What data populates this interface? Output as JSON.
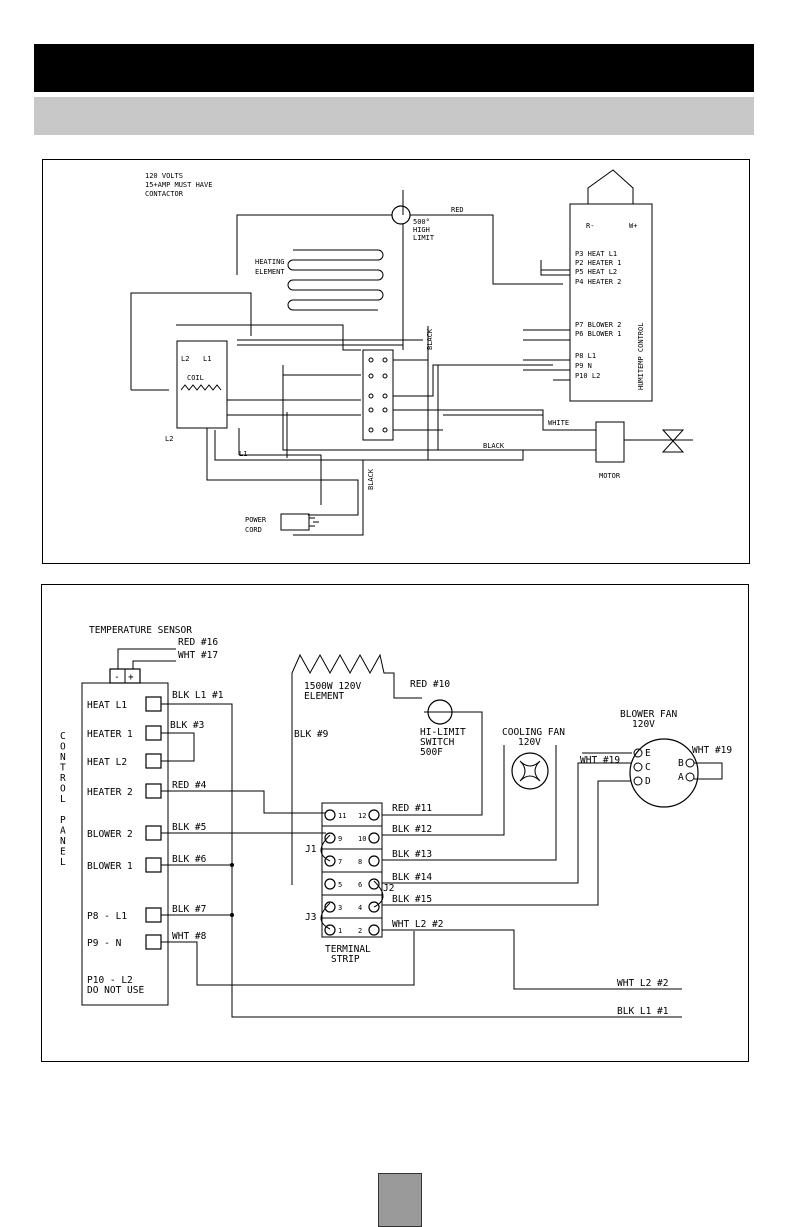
{
  "diagram1": {
    "notes": [
      "120 VOLTS",
      "15+AMP MUST HAVE",
      "CONTACTOR"
    ],
    "high_limit": [
      "500°",
      "HIGH",
      "LIMIT"
    ],
    "heating_element": [
      "HEATING",
      "ELEMENT"
    ],
    "coil": "COIL",
    "l2_a": "L2",
    "l1_a": "L1",
    "l2_b": "L2",
    "l1_b": "L1",
    "power_cord": [
      "POWER",
      "CORD"
    ],
    "motor": "MOTOR",
    "wire_red": "RED",
    "wire_white": "WHITE",
    "wire_black": "BLACK",
    "wire_black_v1": "BLACK",
    "wire_black_v2": "BLACK",
    "control_label": "HUMITEMP CONTROL",
    "sensor_r": "R-",
    "sensor_w": "W+",
    "control_pins": [
      "P3 HEAT L1",
      "P2 HEATER 1",
      "P5 HEAT L2",
      "P4 HEATER 2",
      "P7 BLOWER 2",
      "P6 BLOWER 1",
      "P8 L1",
      "P9 N",
      "P10 L2"
    ]
  },
  "diagram2": {
    "temperature_sensor": "TEMPERATURE SENSOR",
    "sensor_minus": "-",
    "sensor_plus": "+",
    "red16": "RED #16",
    "wht17": "WHT #17",
    "control_panel_letters": [
      "C",
      "O",
      "N",
      "T",
      "R",
      "O",
      "L",
      "",
      "P",
      "A",
      "N",
      "E",
      "L"
    ],
    "panel_items": [
      "HEAT L1",
      "HEATER 1",
      "HEAT L2",
      "HEATER 2",
      "BLOWER 2",
      "BLOWER 1",
      "P8 - L1",
      "P9 - N"
    ],
    "p10": [
      "P10 - L2",
      "DO NOT USE"
    ],
    "wires_left": [
      "BLK L1 #1",
      "BLK #3",
      "RED #4",
      "BLK #5",
      "BLK #6",
      "BLK #7",
      "WHT #8"
    ],
    "element": [
      "1500W 120V",
      "ELEMENT"
    ],
    "blk9": "BLK #9",
    "red10": "RED #10",
    "hi_limit": [
      "HI-LIMIT",
      "SWITCH",
      "500F"
    ],
    "cooling_fan": [
      "COOLING FAN",
      "120V"
    ],
    "blower_fan": [
      "BLOWER FAN",
      "120V"
    ],
    "blower_terms": [
      "E",
      "C",
      "D",
      "B",
      "A"
    ],
    "wht19a": "WHT #19",
    "wht19b": "WHT #19",
    "terminal_numbers": [
      "11",
      "12",
      "9",
      "10",
      "7",
      "8",
      "5",
      "6",
      "3",
      "4",
      "1",
      "2"
    ],
    "wires_right": [
      "RED #11",
      "BLK #12",
      "BLK #13",
      "BLK #14",
      "BLK #15",
      "WHT L2 #2"
    ],
    "jumpers": [
      "J1",
      "J2",
      "J3"
    ],
    "terminal_strip": [
      "TERMINAL",
      "STRIP"
    ],
    "bottom_wht": "WHT L2 #2",
    "bottom_blk": "BLK L1 #1"
  }
}
